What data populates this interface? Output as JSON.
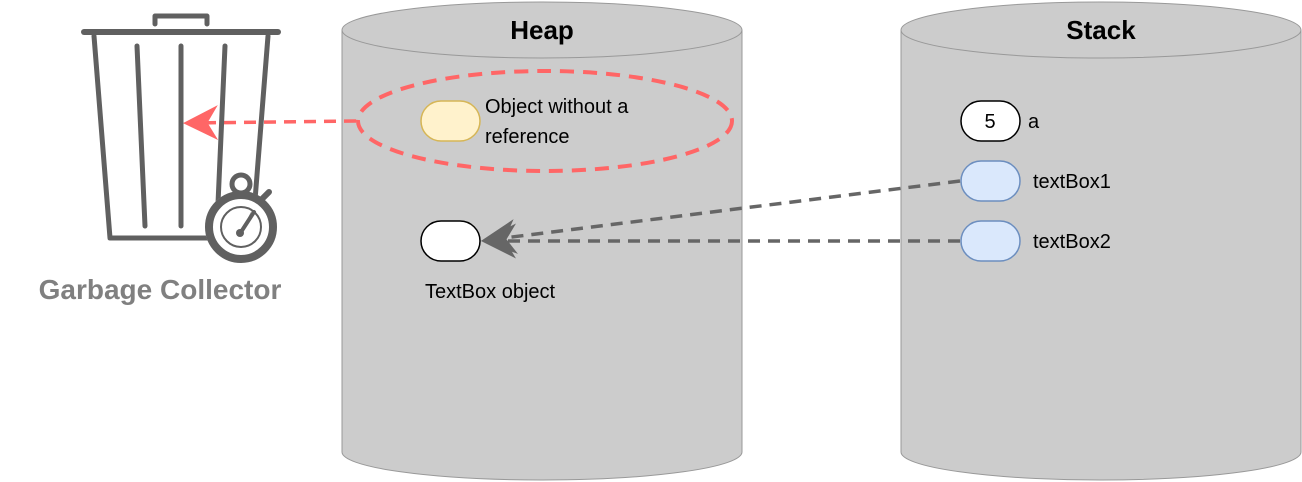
{
  "heap": {
    "title": "Heap",
    "unreferenced_object_label_line1": "Object without a",
    "unreferenced_object_label_line2": "reference",
    "textbox_object_label": "TextBox object"
  },
  "stack": {
    "title": "Stack",
    "value_cell": "5",
    "value_name": "a",
    "ref1_name": "textBox1",
    "ref2_name": "textBox2"
  },
  "garbage_collector": {
    "label": "Garbage Collector"
  },
  "colors": {
    "cylinder_fill": "#cccccc",
    "cylinder_stroke": "#999999",
    "dashed_red": "#ff6666",
    "arrow_gray": "#666666",
    "yellow_fill": "#fff2cc",
    "yellow_stroke": "#d6b656",
    "blue_fill": "#dae8fc",
    "blue_stroke": "#6c8ebf",
    "icon_gray": "#606060",
    "gc_label": "#808080"
  }
}
